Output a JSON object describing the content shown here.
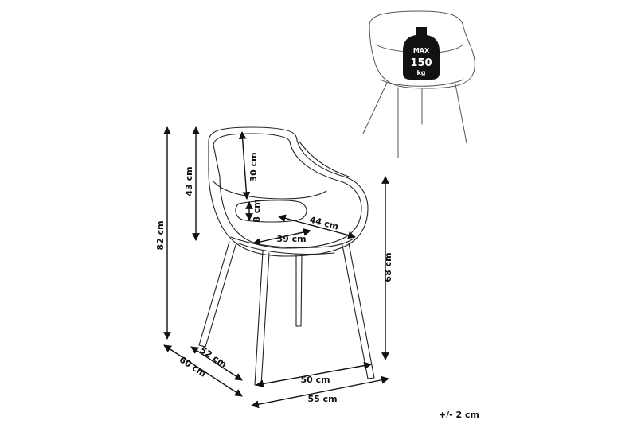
{
  "dimensions": {
    "overall_height": "82 cm",
    "back_height": "43 cm",
    "backrest_height": "30 cm",
    "opening_height": "8 cm",
    "seat_depth": "44 cm",
    "seat_width": "39 cm",
    "seat_height": "68 cm",
    "leg_depth": "52 cm",
    "overall_depth": "60 cm",
    "leg_width": "50 cm",
    "overall_width": "55 cm"
  },
  "weight_badge": {
    "line1": "MAX",
    "line2": "150",
    "line3": "kg"
  },
  "tolerance": "+/- 2 cm",
  "colors": {
    "line": "#222222",
    "badge": "#111111",
    "background": "#ffffff"
  }
}
